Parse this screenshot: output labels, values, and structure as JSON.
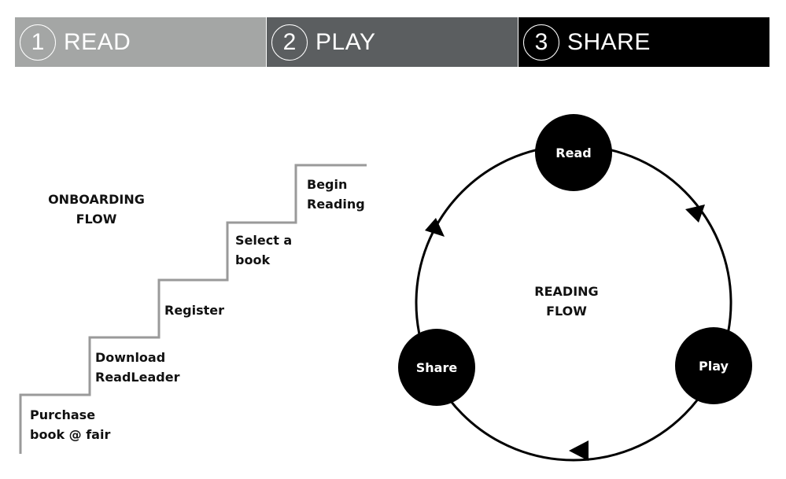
{
  "steps": [
    {
      "number": "1",
      "label": "READ",
      "color": "#a4a6a5"
    },
    {
      "number": "2",
      "label": "PLAY",
      "color": "#5b5e60"
    },
    {
      "number": "3",
      "label": "SHARE",
      "color": "#000000"
    }
  ],
  "onboarding": {
    "title_line1": "ONBOARDING",
    "title_line2": "FLOW",
    "stairs_color": "#9a9a9a",
    "stairs": [
      {
        "line1": "Purchase",
        "line2": "book @ fair"
      },
      {
        "line1": "Download",
        "line2": "ReadLeader"
      },
      {
        "line1": "Register",
        "line2": ""
      },
      {
        "line1": "Select a",
        "line2": "book"
      },
      {
        "line1": "Begin",
        "line2": "Reading"
      }
    ]
  },
  "reading_flow": {
    "title_line1": "READING",
    "title_line2": "FLOW",
    "nodes": {
      "read": "Read",
      "play": "Play",
      "share": "Share"
    }
  }
}
